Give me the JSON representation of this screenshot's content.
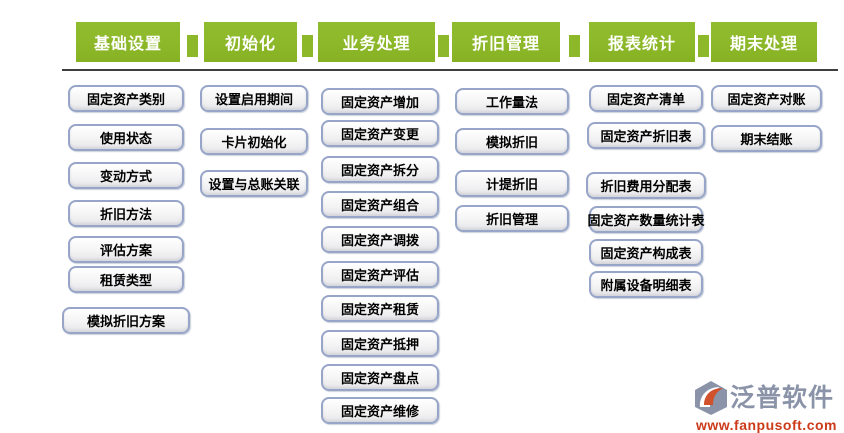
{
  "modules": [
    {
      "tab": "基础设置",
      "items": [
        "固定资产类别",
        "使用状态",
        "变动方式",
        "折旧方法",
        "评估方案",
        "租赁类型",
        "模拟折旧方案"
      ]
    },
    {
      "tab": "初始化",
      "items": [
        "设置启用期间",
        "卡片初始化",
        "设置与总账关联"
      ]
    },
    {
      "tab": "业务处理",
      "items": [
        "固定资产增加",
        "固定资产变更",
        "固定资产拆分",
        "固定资产组合",
        "固定资产调拨",
        "固定资产评估",
        "固定资产租赁",
        "固定资产抵押",
        "固定资产盘点",
        "固定资产维修"
      ]
    },
    {
      "tab": "折旧管理",
      "items": [
        "工作量法",
        "模拟折旧",
        "计提折旧",
        "折旧管理"
      ]
    },
    {
      "tab": "报表统计",
      "items": [
        "固定资产清单",
        "固定资产折旧表",
        "折旧费用分配表",
        "固定资产数量统计表",
        "固定资产构成表",
        "附属设备明细表"
      ]
    },
    {
      "tab": "期末处理",
      "items": [
        "固定资产对账",
        "期末结账"
      ]
    }
  ],
  "logo": {
    "name": "泛普软件",
    "url": "www.fanpusoft.com"
  },
  "colors": {
    "tab_green": "#8cb82a",
    "box_border": "#97a5c8",
    "box_fill_top": "#ffffff",
    "box_fill_bottom": "#e6e6e9",
    "divider_dark": "#3f3f3f",
    "logo_gray": "#8a93a8",
    "logo_orange": "#cc3a1a"
  }
}
